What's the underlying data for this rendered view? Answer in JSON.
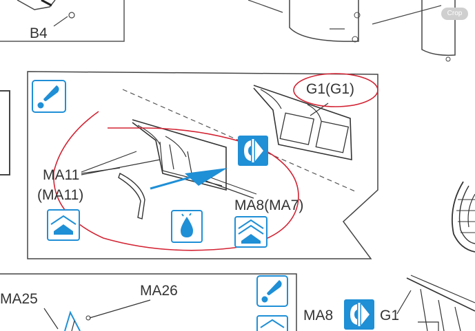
{
  "toolbar": {
    "crop_label": "Crop"
  },
  "labels": {
    "b4": "B4",
    "g1_g1": "G1(G1)",
    "ma11": "MA11",
    "ma11_paren": "(MA11)",
    "ma8_ma7": "MA8(MA7)",
    "ma25": "MA25",
    "ma26": "MA26",
    "ma8": "MA8",
    "g1": "G1"
  },
  "colors": {
    "accent_blue": "#1f8fd6",
    "annotation_red": "#d32232",
    "line_art": "#3a3a3a"
  },
  "icons": [
    "glue-icon",
    "symmetric-assembly-icon",
    "paint-drop-icon",
    "face-up-icon",
    "double-face-up-icon"
  ]
}
